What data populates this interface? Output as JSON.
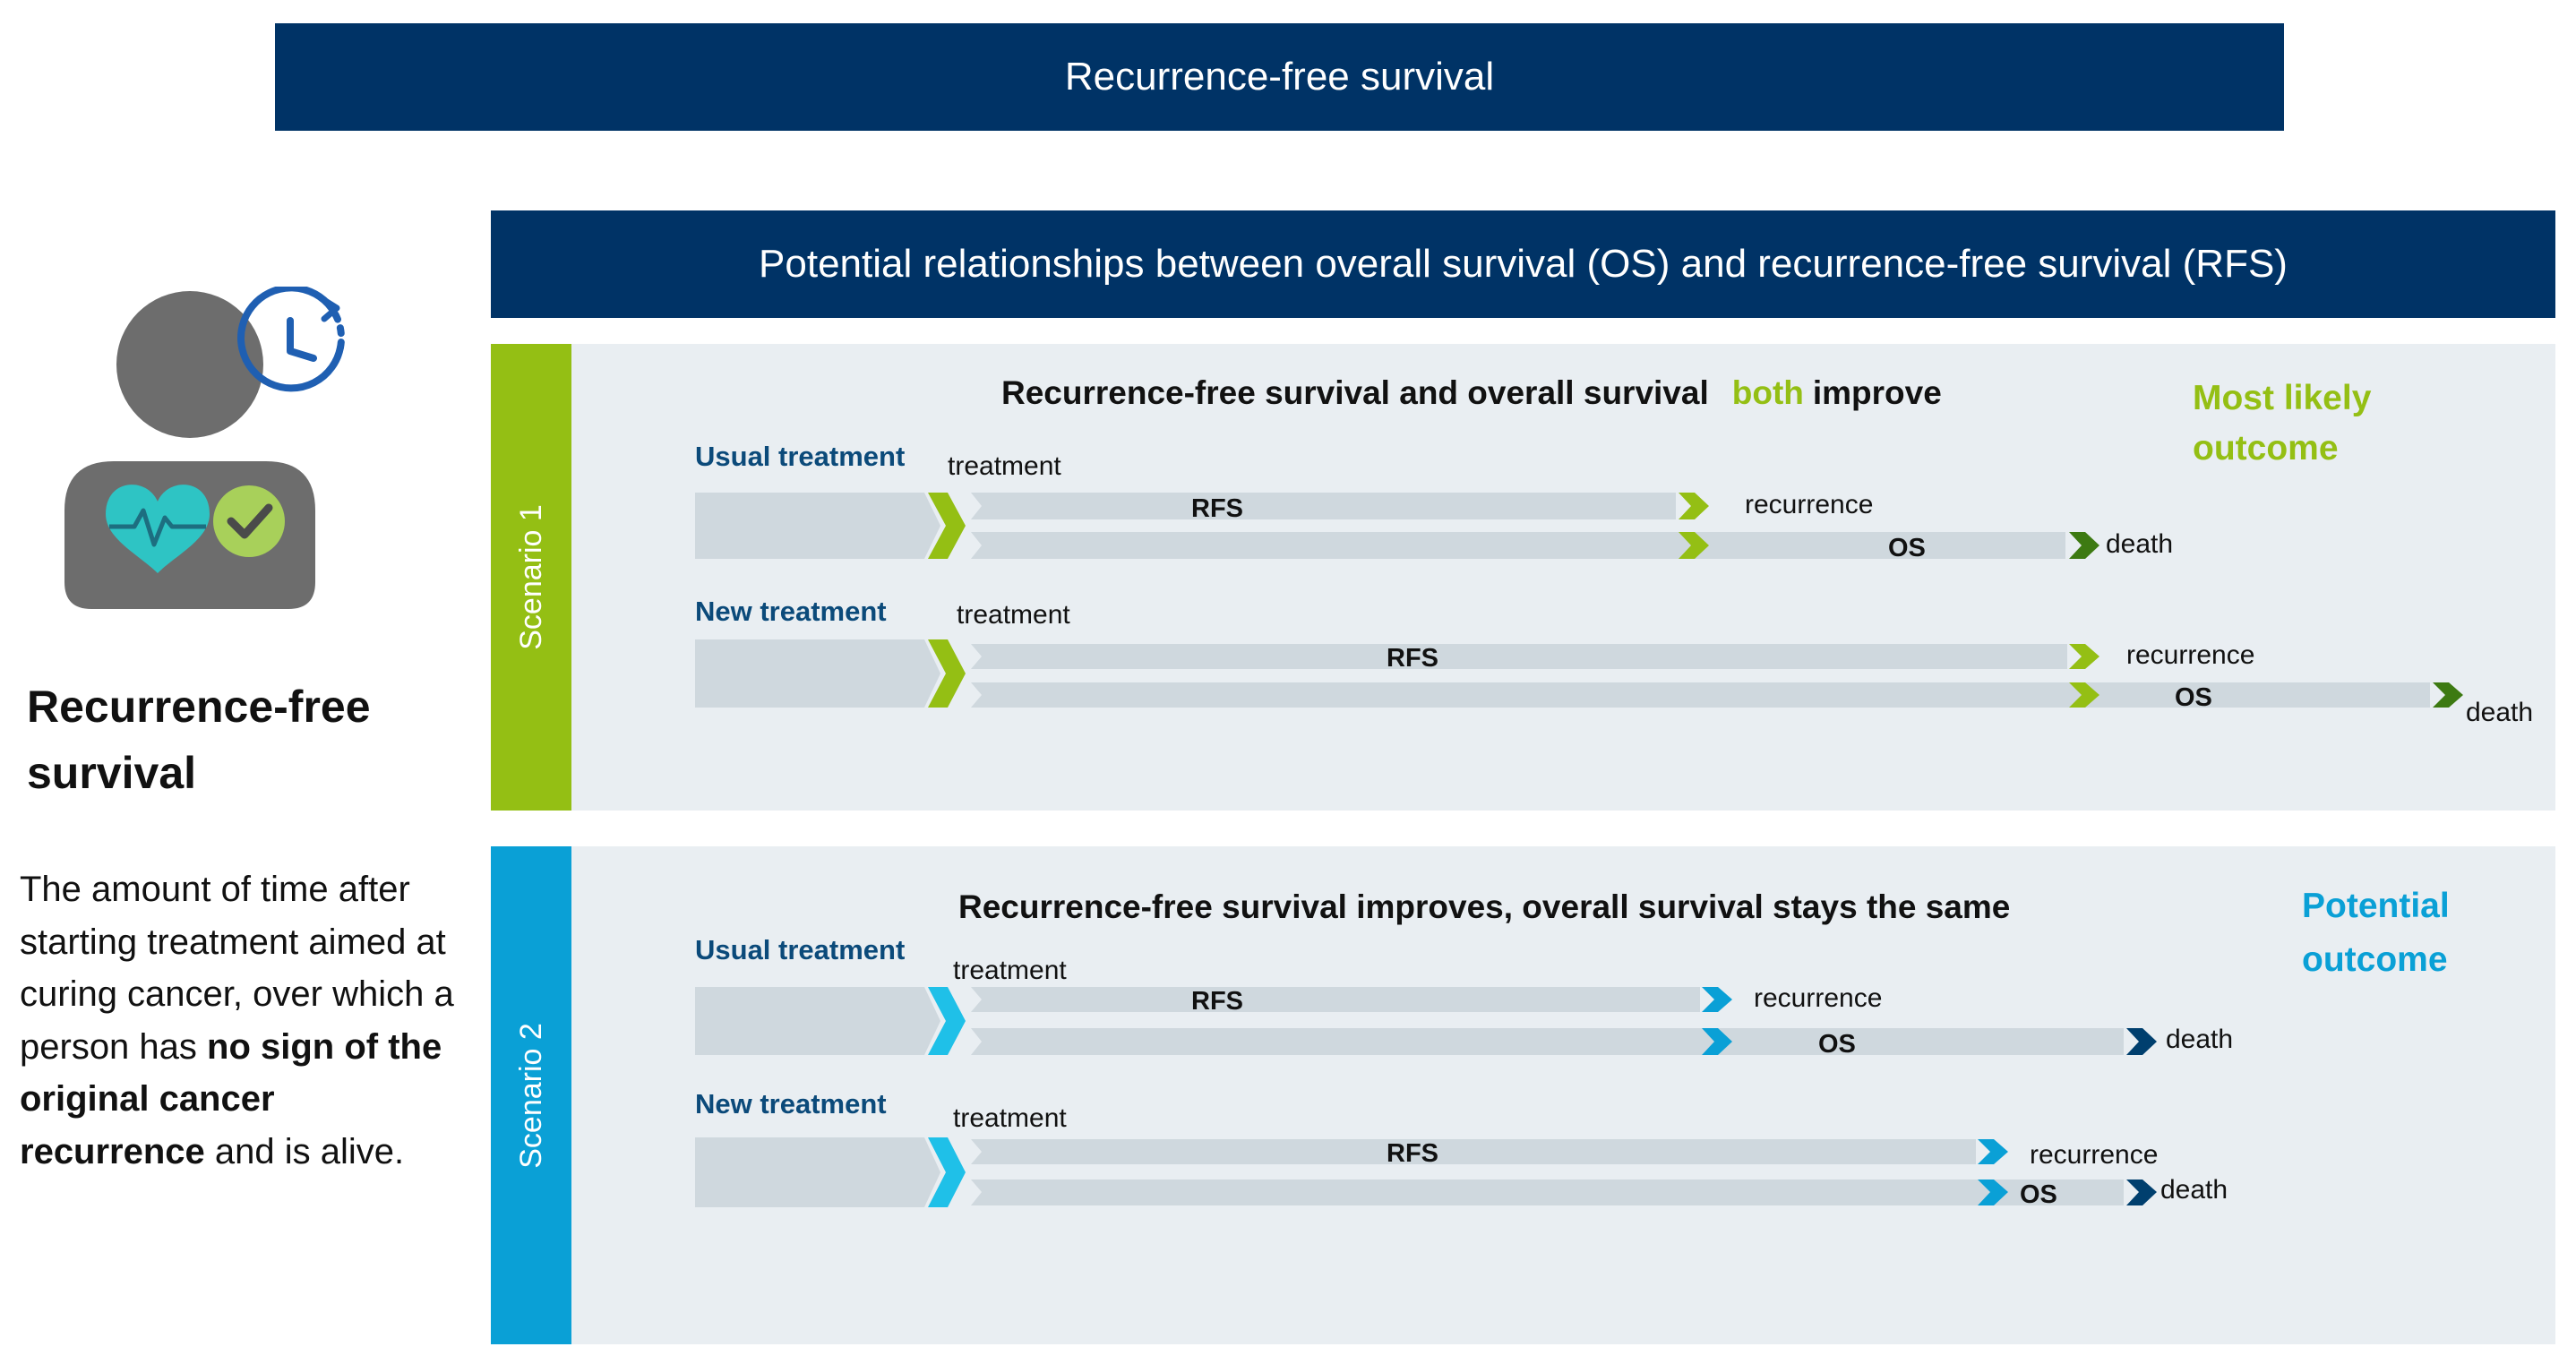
{
  "header": {
    "title": "Recurrence-free survival"
  },
  "subheader": {
    "title": "Potential relationships between overall survival (OS) and recurrence-free survival (RFS)"
  },
  "left": {
    "title_line1": "Recurrence-free",
    "title_line2": "survival",
    "desc_part1": "The amount of time after starting treatment aimed at curing cancer, over which a person has ",
    "desc_bold": "no sign of the original cancer recurrence",
    "desc_part2": " and is alive."
  },
  "colors": {
    "navy": "#003366",
    "scenario1": "#94bf14",
    "scenario1_dark": "#3d7a12",
    "scenario2": "#0aa0d6",
    "scenario2_dark": "#003f6e",
    "bar_light": "#cfd8de",
    "panel_bg": "#e9eef2",
    "label_blue": "#0b4a7a",
    "heart": "#2ec4c4",
    "check": "#a8d05a",
    "person_gray": "#6d6d6d"
  },
  "icons": [
    "person-icon",
    "clock-icon",
    "heart-icon",
    "check-icon"
  ],
  "scenarios": [
    {
      "tab": "Scenario 1",
      "heading_pre": "Recurrence-free survival and overall survival",
      "heading_highlight": "both",
      "heading_post": "improve",
      "outcome_line1": "Most likely",
      "outcome_line2": "outcome",
      "usual": {
        "label": "Usual treatment",
        "treatment": "treatment",
        "rfs": "RFS",
        "recurrence": "recurrence",
        "os": "OS",
        "death": "death"
      },
      "new": {
        "label": "New treatment",
        "treatment": "treatment",
        "rfs": "RFS",
        "recurrence": "recurrence",
        "os": "OS",
        "death": "death"
      }
    },
    {
      "tab": "Scenario 2",
      "heading": "Recurrence-free survival improves, overall survival stays the same",
      "outcome_line1": "Potential",
      "outcome_line2": "outcome",
      "usual": {
        "label": "Usual treatment",
        "treatment": "treatment",
        "rfs": "RFS",
        "recurrence": "recurrence",
        "os": "OS",
        "death": "death"
      },
      "new": {
        "label": "New treatment",
        "treatment": "treatment",
        "rfs": "RFS",
        "recurrence": "recurrence",
        "os": "OS",
        "death": "death"
      }
    }
  ]
}
